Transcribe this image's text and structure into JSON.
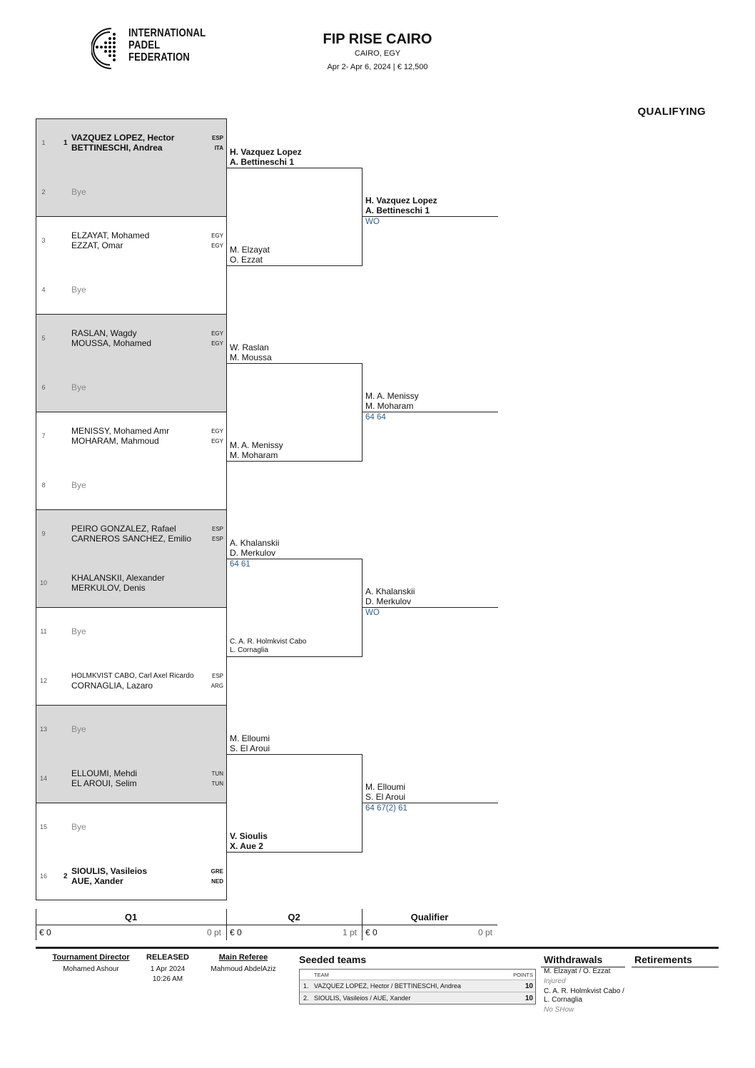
{
  "header": {
    "logo_lines": [
      "INTERNATIONAL",
      "PADEL",
      "FEDERATION"
    ],
    "title": "FIP RISE CAIRO",
    "location": "CAIRO, EGY",
    "dates": "Apr 2- Apr 6, 2024  |  € 12,500",
    "section": "QUALIFYING"
  },
  "draw": [
    {
      "num": "1",
      "seed": "1",
      "p1": "VAZQUEZ LOPEZ, Hector",
      "c1": "ESP",
      "p2": "BETTINESCHI, Andrea",
      "c2": "ITA"
    },
    {
      "num": "2",
      "bye": "Bye"
    },
    {
      "num": "3",
      "p1": "ELZAYAT, Mohamed",
      "c1": "EGY",
      "p2": "EZZAT, Omar",
      "c2": "EGY"
    },
    {
      "num": "4",
      "bye": "Bye"
    },
    {
      "num": "5",
      "p1": "RASLAN, Wagdy",
      "c1": "EGY",
      "p2": "MOUSSA, Mohamed",
      "c2": "EGY"
    },
    {
      "num": "6",
      "bye": "Bye"
    },
    {
      "num": "7",
      "p1": "MENISSY, Mohamed Amr",
      "c1": "EGY",
      "p2": "MOHARAM, Mahmoud",
      "c2": "EGY"
    },
    {
      "num": "8",
      "bye": "Bye"
    },
    {
      "num": "9",
      "p1": "PEIRO GONZALEZ, Rafael",
      "c1": "ESP",
      "p2": "CARNEROS SANCHEZ, Emilio",
      "c2": "ESP"
    },
    {
      "num": "10",
      "p1": "KHALANSKII, Alexander",
      "c1": "",
      "p2": "MERKULOV, Denis",
      "c2": ""
    },
    {
      "num": "11",
      "bye": "Bye"
    },
    {
      "num": "12",
      "p1": "HOLMKVIST CABO, Carl Axel Ricardo",
      "c1": "ESP",
      "p2": "CORNAGLIA, Lazaro",
      "c2": "ARG"
    },
    {
      "num": "13",
      "bye": "Bye"
    },
    {
      "num": "14",
      "p1": "ELLOUMI, Mehdi",
      "c1": "TUN",
      "p2": "EL AROUI, Selim",
      "c2": "TUN"
    },
    {
      "num": "15",
      "bye": "Bye"
    },
    {
      "num": "16",
      "seed": "2",
      "p1": "SIOULIS, Vasileios",
      "c1": "GRE",
      "p2": "AUE, Xander",
      "c2": "NED"
    }
  ],
  "round2": [
    {
      "l1": "H. Vazquez Lopez",
      "l2": "A. Bettineschi  1",
      "score": ""
    },
    {
      "l1": "M. Elzayat",
      "l2": "O. Ezzat",
      "score": ""
    },
    {
      "l1": "W. Raslan",
      "l2": "M. Moussa",
      "score": ""
    },
    {
      "l1": "M. A. Menissy",
      "l2": "M. Moharam",
      "score": ""
    },
    {
      "l1": "A. Khalanskii",
      "l2": "D. Merkulov",
      "score": "64 61"
    },
    {
      "l1": "C. A. R. Holmkvist Cabo",
      "l2": "L. Cornaglia",
      "score": ""
    },
    {
      "l1": "M. Elloumi",
      "l2": "S. El Aroui",
      "score": ""
    },
    {
      "l1": "V. Sioulis",
      "l2": "X. Aue  2",
      "score": ""
    }
  ],
  "qualifiers": [
    {
      "l1": "H. Vazquez Lopez",
      "l2": "A. Bettineschi  1",
      "score": "WO"
    },
    {
      "l1": "M. A. Menissy",
      "l2": "M. Moharam",
      "score": "64 64"
    },
    {
      "l1": "A. Khalanskii",
      "l2": "D. Merkulov",
      "score": "WO"
    },
    {
      "l1": "M. Elloumi",
      "l2": "S. El Aroui",
      "score": "64 67(2) 61"
    }
  ],
  "prize": [
    {
      "round": "Q1",
      "money": "€ 0",
      "points": "0 pt"
    },
    {
      "round": "Q2",
      "money": "€ 0",
      "points": "1 pt"
    },
    {
      "round": "Qualifier",
      "money": "€ 0",
      "points": "0 pt"
    }
  ],
  "footer": {
    "td_label": "Tournament Director",
    "td_name": "Mohamed Ashour",
    "released_label": "RELEASED",
    "released_date": "1 Apr 2024",
    "released_time": "10:26 AM",
    "referee_label": "Main Referee",
    "referee_name": "Mahmoud AbdelAziz",
    "seeded_title": "Seeded teams",
    "team_col": "TEAM",
    "points_col": "POINTS",
    "seeds": [
      {
        "idx": "1.",
        "team": "VAZQUEZ LOPEZ, Hector / BETTINESCHI, Andrea",
        "points": "10"
      },
      {
        "idx": "2.",
        "team": "SIOULIS, Vasileios / AUE, Xander",
        "points": "10"
      }
    ],
    "withdrawals_title": "Withdrawals",
    "withdrawals": [
      {
        "pair": "M. Elzayat / O. Ezzat",
        "reason": "Injured"
      },
      {
        "pair": "C. A. R. Holmkvist Cabo /",
        "pair2": "L. Cornaglia",
        "reason": "No SHow"
      }
    ],
    "retirements_title": "Retirements"
  }
}
